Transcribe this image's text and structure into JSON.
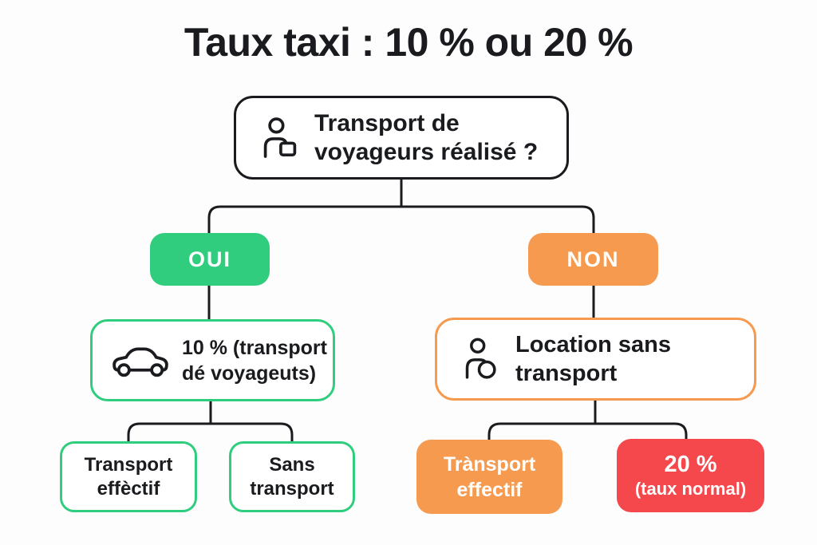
{
  "title": "Taux taxi : 10 % ou 20 %",
  "palette": {
    "ink": "#1a1b1e",
    "green": "#2fcd7d",
    "orange": "#f59a4e",
    "red": "#f5484d",
    "background": "#fdfdfd",
    "node_fill": "#ffffff",
    "badge_text": "#ffffff"
  },
  "icons": {
    "root": "passenger-icon",
    "yes_node": "car-icon",
    "no_node": "renter-icon"
  },
  "tree": {
    "root": {
      "lines": [
        "Transport de",
        "voyageurs réalisé ?"
      ]
    },
    "yes_branch": {
      "answer": "OUI",
      "node": {
        "lines": [
          "10 % (transport",
          "dé voyageuts)"
        ]
      },
      "leaves": [
        {
          "lines": [
            "Transport",
            "effèctif"
          ]
        },
        {
          "lines": [
            "Sans",
            "transport"
          ]
        }
      ]
    },
    "no_branch": {
      "answer": "NON",
      "node": {
        "lines": [
          "Location sans",
          "transport"
        ]
      },
      "leaves": [
        {
          "lines": [
            "Trànsport",
            "effectif"
          ]
        },
        {
          "lines": [
            "20 %",
            "(taux normal)"
          ]
        }
      ]
    }
  }
}
